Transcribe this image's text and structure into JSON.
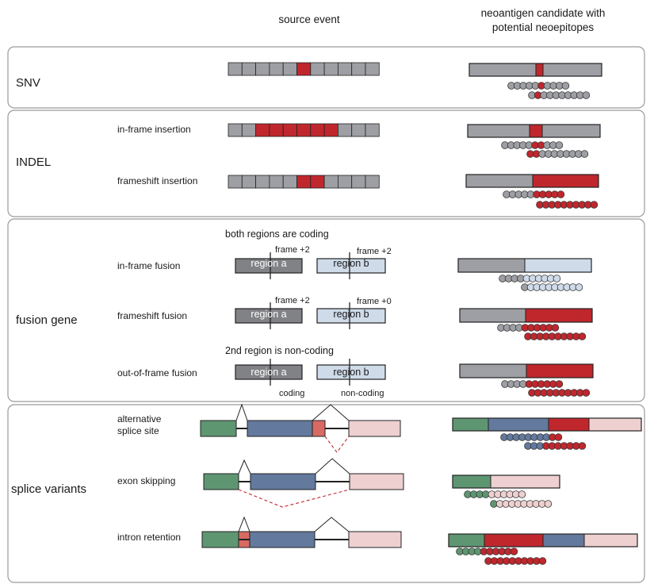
{
  "header": {
    "source_title": "source event",
    "result_title_line1": "neoantigen candidate with",
    "result_title_line2": "potential neoepitopes"
  },
  "panels": {
    "snv": {
      "label": "SNV"
    },
    "indel": {
      "label": "INDEL",
      "rows": [
        "in-frame insertion",
        "frameshift insertion"
      ]
    },
    "fusion": {
      "label": "fusion gene",
      "note_coding": "both regions are coding",
      "note_noncoding": "2nd region is non-coding",
      "rows": [
        "in-frame fusion",
        "frameshift fusion",
        "out-of-frame fusion"
      ],
      "region_a": "region a",
      "region_b": "region b",
      "frame_plus2": "frame +2",
      "frame_plus0": "frame +0",
      "coding": "coding",
      "noncoding": "non-coding"
    },
    "splice": {
      "label": "splice variants",
      "row1_line1": "alternative",
      "row1_line2": "splice site",
      "row2": "exon skipping",
      "row3": "intron retention"
    }
  },
  "colors": {
    "grey": "#9d9fa4",
    "red": "#c0272d",
    "light_blue": "#cfdbe9",
    "green": "#5e9672",
    "blue": "#63799d",
    "pink": "#eed0d0",
    "salmon": "#d86a63",
    "dark_grey": "#808285"
  }
}
